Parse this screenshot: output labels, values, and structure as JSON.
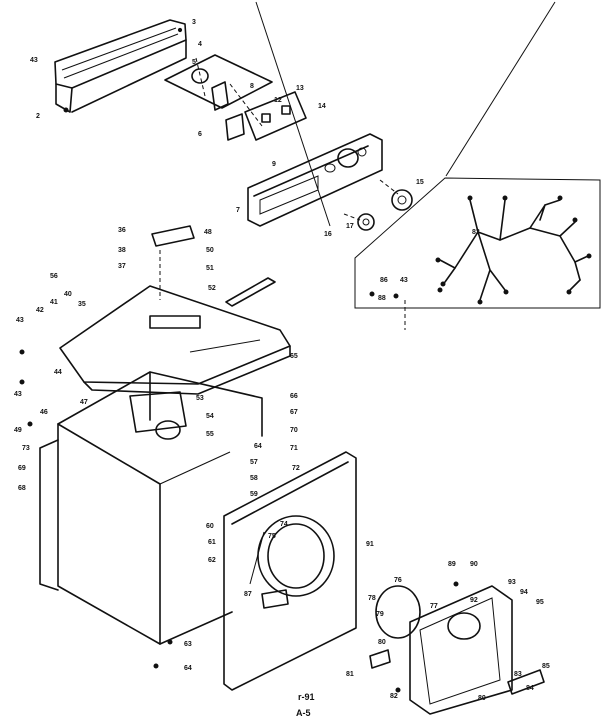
{
  "labels": {
    "p2": "2",
    "p3": "3",
    "p4": "4",
    "p5": "5",
    "p6": "6",
    "p7": "7",
    "p8": "8",
    "p9": "9",
    "p12": "12",
    "p13": "13",
    "p14": "14",
    "p15": "15",
    "p16": "16",
    "p17": "17",
    "p35": "35",
    "p36": "36",
    "p37": "37",
    "p38": "38",
    "p40": "40",
    "p41": "41",
    "p42": "42",
    "p43a": "43",
    "p43b": "43",
    "p43c": "43",
    "p43d": "43",
    "p44": "44",
    "p46": "46",
    "p47": "47",
    "p48": "48",
    "p49": "49",
    "p50": "50",
    "p51": "51",
    "p52": "52",
    "p53": "53",
    "p54": "54",
    "p55": "55",
    "p56": "56",
    "p57": "57",
    "p58": "58",
    "p59": "59",
    "p60": "60",
    "p61": "61",
    "p62": "62",
    "p63": "63",
    "p64": "64",
    "p65": "65",
    "p66": "66",
    "p67": "67",
    "p68": "68",
    "p69": "69",
    "p70": "70",
    "p71": "71",
    "p72": "72",
    "p73": "73",
    "p74": "74",
    "p75": "75",
    "p76": "76",
    "p77": "77",
    "p78": "78",
    "p79": "79",
    "p80a": "80",
    "p80b": "80",
    "p81": "81",
    "p82": "82",
    "p83a": "83",
    "p83b": "83",
    "p84": "84",
    "p85": "85",
    "p86": "86",
    "p87": "87",
    "p88": "88",
    "p89": "89",
    "p90": "90",
    "p91": "91",
    "p92": "92",
    "p93": "93",
    "p94": "94",
    "p95": "95"
  },
  "footer": {
    "code": "A-5",
    "ref": "r-91"
  }
}
